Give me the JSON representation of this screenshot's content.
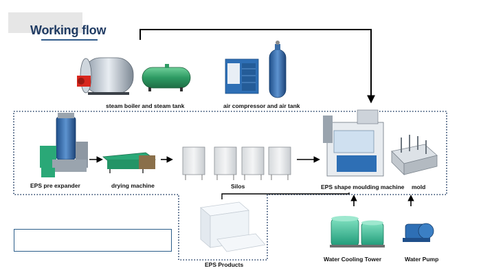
{
  "title": "Working flow",
  "labels": {
    "boiler": "steam boiler and steam tank",
    "compressor": "air compressor and air tank",
    "pre_expander": "EPS pre expander",
    "drying": "drying machine",
    "silos": "Silos",
    "moulding": "EPS shape moulding machine",
    "mold": "mold",
    "products": "EPS Products",
    "cooling_tower": "Water Cooling Tower",
    "pump": "Water Pump"
  },
  "colors": {
    "title": "#1f3b63",
    "dotted_border": "#1f3b63",
    "steel_blue": "#2e6fb5",
    "teal": "#2aa877",
    "green_tank": "#2e9a63",
    "note_border": "#2a5d8a"
  }
}
